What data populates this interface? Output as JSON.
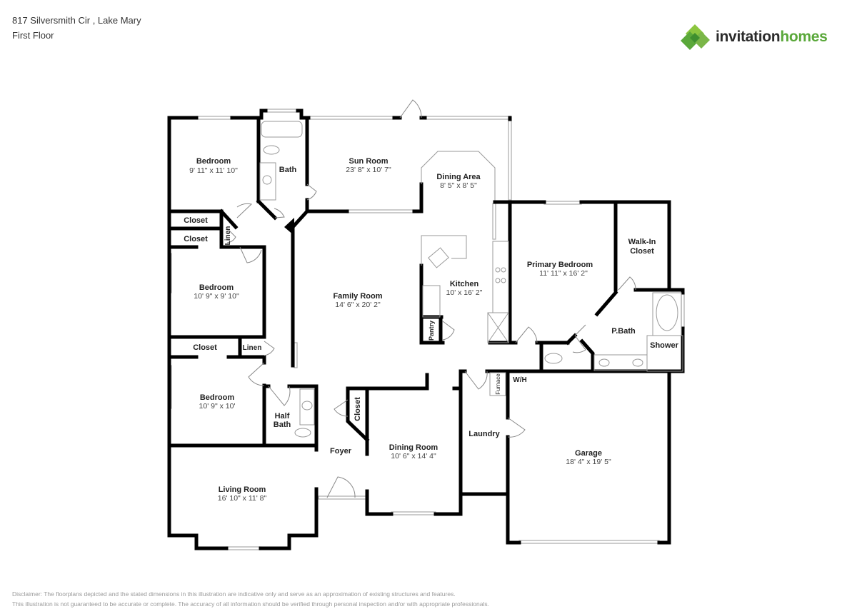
{
  "header": {
    "address": "817 Silversmith Cir , Lake Mary",
    "floor": "First Floor"
  },
  "logo": {
    "icon": "invitation-homes-logo-icon",
    "word1": "invitation",
    "word2": "homes",
    "colors": {
      "dark": "#2b2b2b",
      "green": "#5aa83a",
      "light_green": "#8cc63f"
    }
  },
  "rooms": {
    "bedroom1": {
      "name": "Bedroom",
      "dims": "9' 11\" x 11' 10\""
    },
    "bath": {
      "name": "Bath"
    },
    "sun_room": {
      "name": "Sun Room",
      "dims": "23' 8\" x 10' 7\""
    },
    "dining_area": {
      "name": "Dining Area",
      "dims": "8' 5\" x 8' 5\""
    },
    "closet1": {
      "name": "Closet"
    },
    "closet2": {
      "name": "Closet"
    },
    "linen1": {
      "name": "Linen"
    },
    "bedroom2": {
      "name": "Bedroom",
      "dims": "10' 9\" x 9' 10\""
    },
    "closet3": {
      "name": "Closet"
    },
    "linen2": {
      "name": "Linen"
    },
    "family_room": {
      "name": "Family Room",
      "dims": "14' 6\" x 20' 2\""
    },
    "kitchen": {
      "name": "Kitchen",
      "dims": "10' x 16' 2\""
    },
    "pantry": {
      "name": "Pantry"
    },
    "primary_bedroom": {
      "name": "Primary Bedroom",
      "dims": "11' 11\" x 16' 2\""
    },
    "walk_in_closet": {
      "name_line1": "Walk-In",
      "name_line2": "Closet"
    },
    "p_bath": {
      "name": "P.Bath"
    },
    "shower": {
      "name": "Shower"
    },
    "bedroom3": {
      "name": "Bedroom",
      "dims": "10' 9\" x 10'"
    },
    "half_bath": {
      "name_line1": "Half",
      "name_line2": "Bath"
    },
    "foyer_closet": {
      "name": "Closet"
    },
    "foyer": {
      "name": "Foyer"
    },
    "dining_room": {
      "name": "Dining Room",
      "dims": "10' 6\" x 14' 4\""
    },
    "laundry": {
      "name": "Laundry"
    },
    "furnace": {
      "name": "Furnace"
    },
    "wh": {
      "name": "W/H"
    },
    "garage": {
      "name": "Garage",
      "dims": "18' 4\" x 19' 5\""
    },
    "living_room": {
      "name": "Living Room",
      "dims": "16' 10\" x 11' 8\""
    }
  },
  "disclaimer": {
    "line1": "Disclaimer: The floorplans depicted and the stated dimensions in this illustration are indicative only and serve as an approximation of existing structures and features.",
    "line2": "This illustration is not guaranteed to be accurate or complete. The accuracy of all information should be verified through personal inspection and/or with appropriate professionals."
  }
}
